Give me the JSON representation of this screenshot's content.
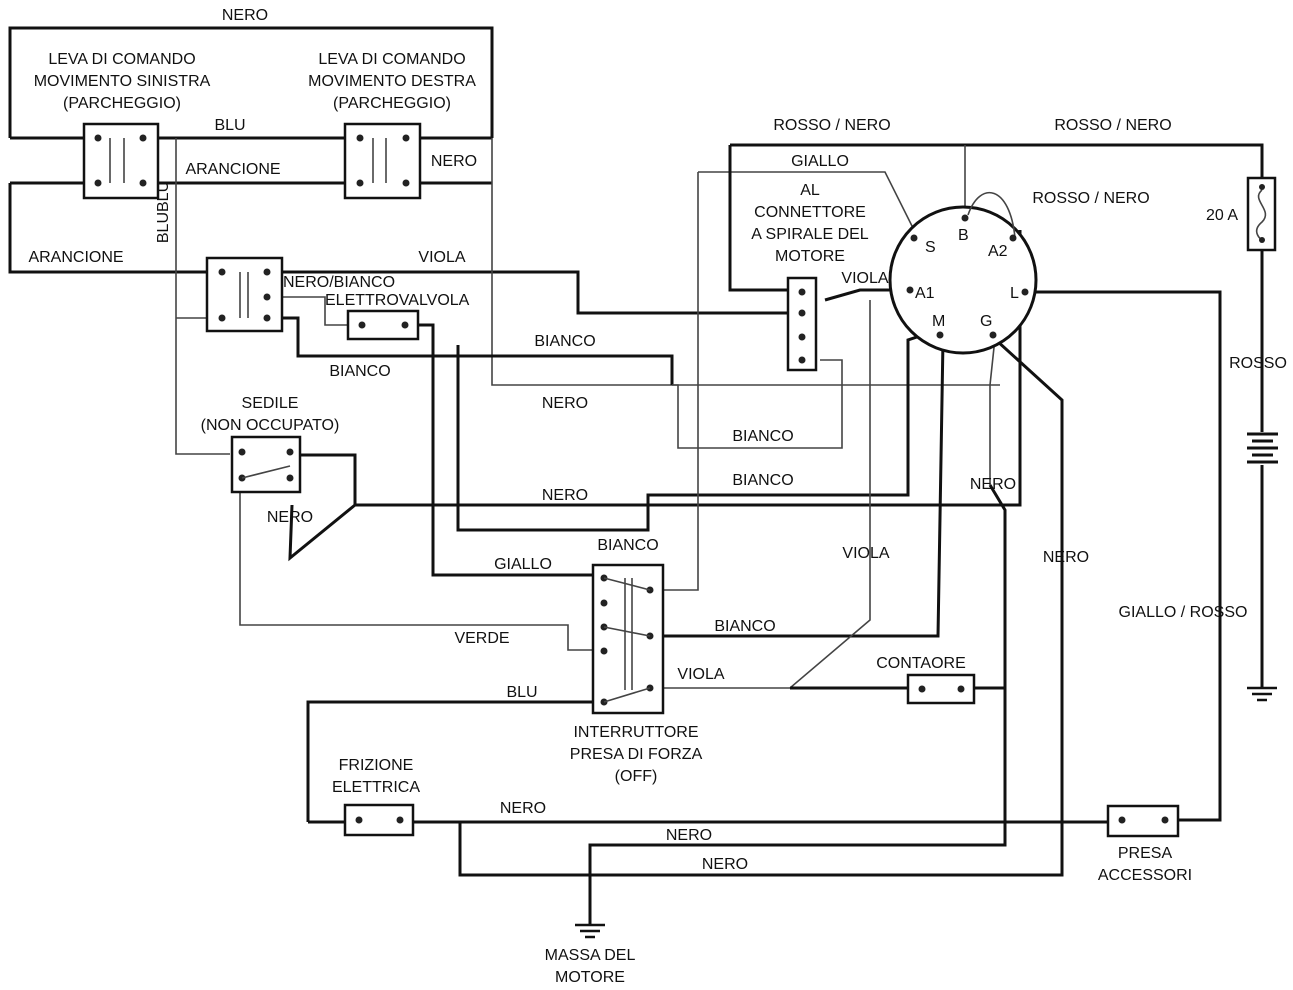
{
  "components": {
    "left_lever": [
      "LEVA DI COMANDO",
      "MOVIMENTO SINISTRA",
      "(PARCHEGGIO)"
    ],
    "right_lever": [
      "LEVA DI COMANDO",
      "MOVIMENTO DESTRA",
      "(PARCHEGGIO)"
    ],
    "seat": [
      "SEDILE",
      "(NON OCCUPATO)"
    ],
    "solenoid": "ELETTROVALVOLA",
    "motor_connector": [
      "AL",
      "CONNETTORE",
      "A SPIRALE DEL",
      "MOTORE"
    ],
    "pto_switch": [
      "INTERRUTTORE",
      "PRESA DI FORZA",
      "(OFF)"
    ],
    "hour_meter": "CONTAORE",
    "clutch": [
      "FRIZIONE",
      "ELETTRICA"
    ],
    "accessory_socket": [
      "PRESA",
      "ACCESSORI"
    ],
    "engine_ground": [
      "MASSA DEL",
      "MOTORE"
    ],
    "fuse": "20 A"
  },
  "ignition_terminals": {
    "s": "S",
    "b": "B",
    "a2": "A2",
    "a1": "A1",
    "m": "M",
    "g": "G",
    "l": "L"
  },
  "wire_labels": {
    "nero_top": "NERO",
    "blu_top": "BLU",
    "arancione_1": "ARANCIONE",
    "nero_right_lever": "NERO",
    "blublu": "BLUBLU",
    "arancione_2": "ARANCIONE",
    "viola_top": "VIOLA",
    "nero_bianco": "NERO/BIANCO",
    "bianco_1": "BIANCO",
    "bianco_2": "BIANCO",
    "nero_mid": "NERO",
    "bianco_3": "BIANCO",
    "bianco_4": "BIANCO",
    "nero_seat_line": "NERO",
    "nero_seat": "NERO",
    "nero_right_1": "NERO",
    "viola_right": "VIOLA",
    "nero_right_2": "NERO",
    "bianco_pto": "BIANCO",
    "giallo_pto": "GIALLO",
    "verde": "VERDE",
    "bianco_pto2": "BIANCO",
    "viola_pto": "VIOLA",
    "blu_bottom": "BLU",
    "giallo_rosso": "GIALLO / ROSSO",
    "rosso": "ROSSO",
    "rosso_nero_1": "ROSSO / NERO",
    "rosso_nero_2": "ROSSO / NERO",
    "rosso_nero_3": "ROSSO / NERO",
    "giallo_top": "GIALLO",
    "viola_a1": "VIOLA",
    "nero_bottom_1": "NERO",
    "nero_bottom_2": "NERO",
    "nero_bottom_3": "NERO"
  }
}
